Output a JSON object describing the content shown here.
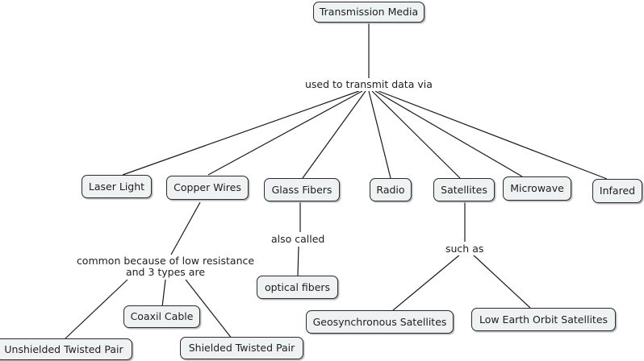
{
  "concept_map": {
    "root": "Transmission Media",
    "root_link": "used to transmit data via",
    "media": {
      "laser_light": "Laser Light",
      "copper_wires": "Copper Wires",
      "glass_fibers": "Glass Fibers",
      "radio": "Radio",
      "satellites": "Satellites",
      "microwave": "Microwave",
      "infared": "Infared"
    },
    "copper": {
      "link": "common because of low resistance\nand 3 types are",
      "types": {
        "unshielded": "Unshielded Twisted Pair",
        "coaxil": "Coaxil Cable",
        "shielded": "Shielded Twisted Pair"
      }
    },
    "glass": {
      "link": "also called",
      "alias": "optical fibers"
    },
    "satellite": {
      "link": "such as",
      "kinds": {
        "geo": "Geosynchronous Satellites",
        "leo": "Low Earth Orbit Satellites"
      }
    }
  }
}
